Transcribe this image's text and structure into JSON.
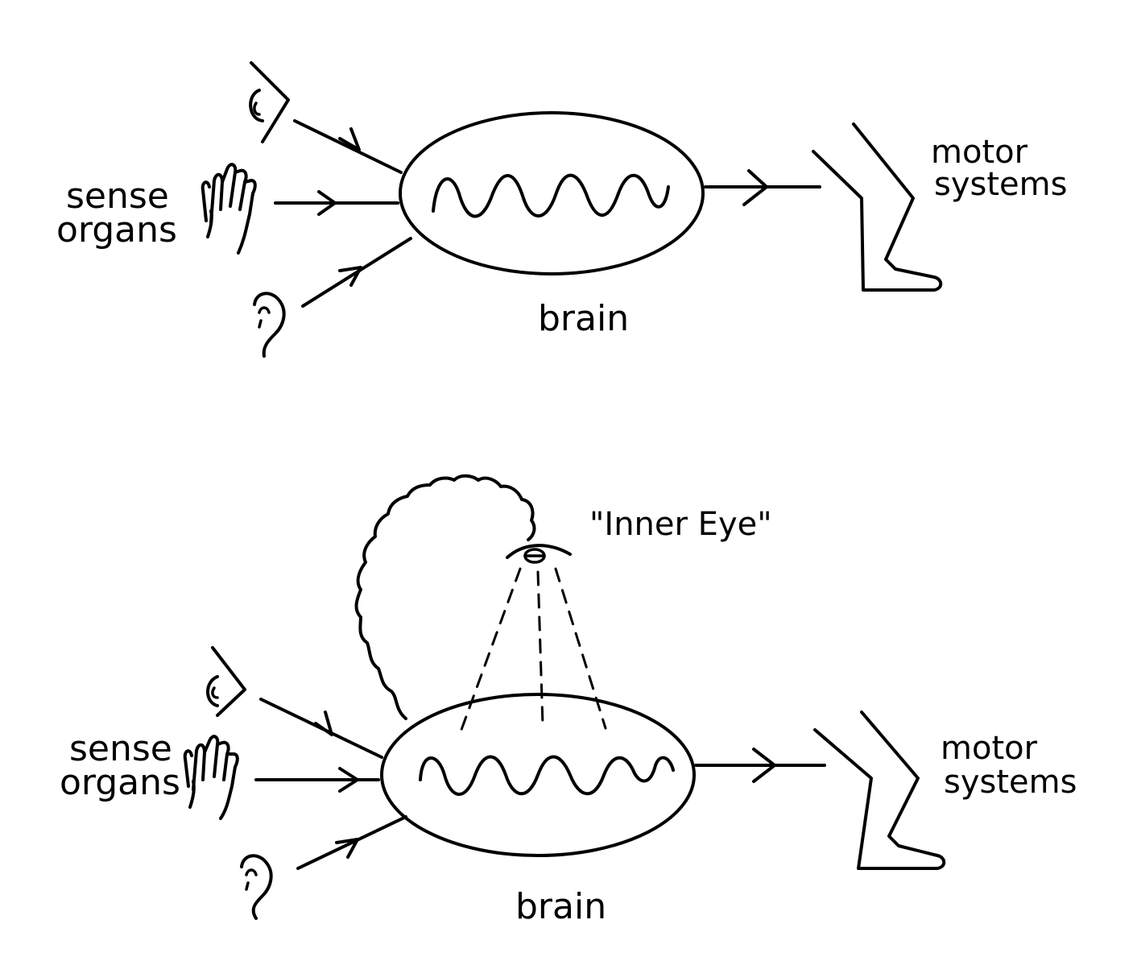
{
  "panels": {
    "top": {
      "sense_line1": "sense",
      "sense_line2": "organs",
      "motor_line1": "motor",
      "motor_line2": "systems",
      "brain": "brain"
    },
    "bottom": {
      "sense_line1": "sense",
      "sense_line2": "organs",
      "motor_line1": "motor",
      "motor_line2": "systems",
      "brain": "brain",
      "inner_eye": "\"Inner Eye\""
    }
  },
  "icons": [
    "eye-icon",
    "hand-icon",
    "ear-icon",
    "leg-icon",
    "thought-cloud-icon"
  ]
}
